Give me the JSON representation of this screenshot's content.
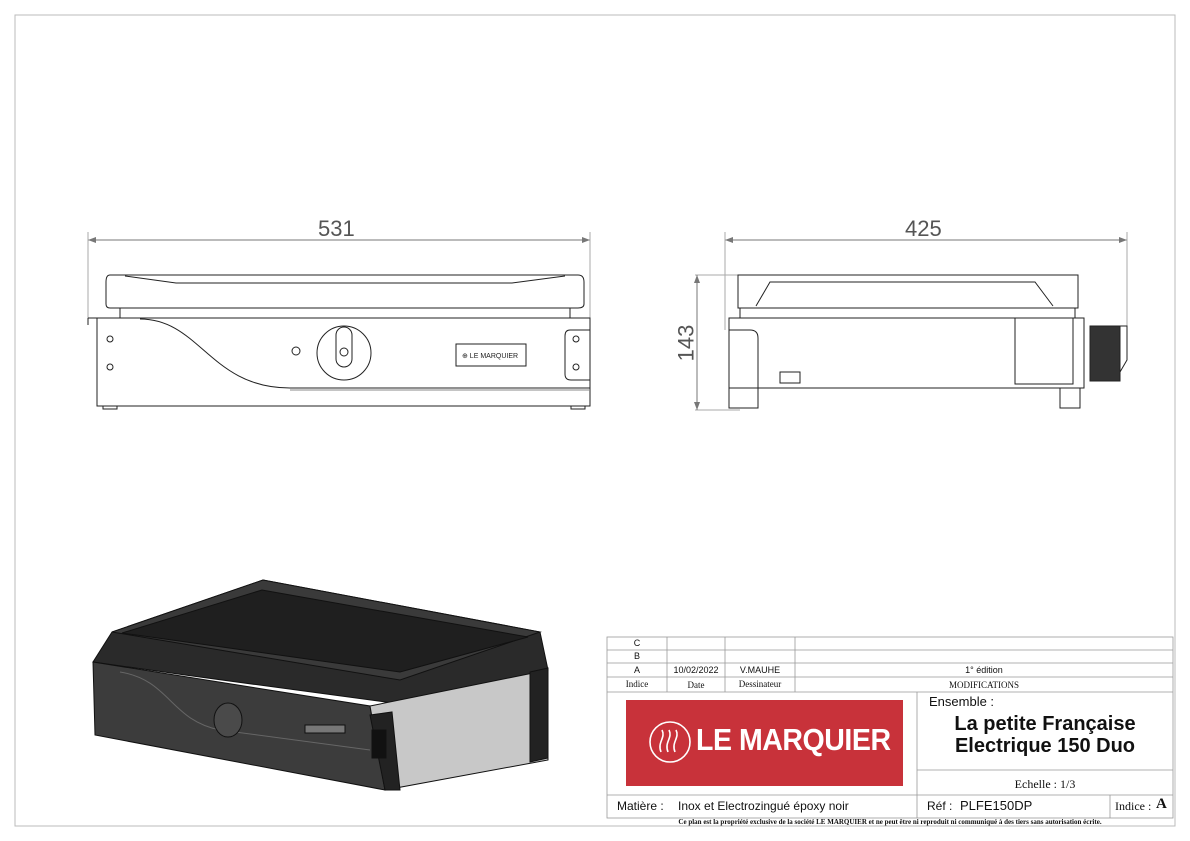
{
  "dimensions": {
    "width": "531",
    "depth": "425",
    "height": "143"
  },
  "revisions": {
    "rows": [
      {
        "indice": "C",
        "date": "",
        "dessinateur": "",
        "modification": ""
      },
      {
        "indice": "B",
        "date": "",
        "dessinateur": "",
        "modification": ""
      },
      {
        "indice": "A",
        "date": "10/02/2022",
        "dessinateur": "V.MAUHE",
        "modification": "1° édition"
      }
    ],
    "headers": {
      "indice": "Indice",
      "date": "Date",
      "dessinateur": "Dessinateur",
      "modifications": "MODIFICATIONS"
    }
  },
  "logo": {
    "text": "LE MARQUIER",
    "color": "#c8323a"
  },
  "ensemble": {
    "label": "Ensemble :",
    "line1": "La petite Française",
    "line2": "Electrique 150 Duo"
  },
  "echelle": "Echelle : 1/3",
  "matiere": {
    "label": "Matière :",
    "value": "Inox et Electrozingué époxy noir"
  },
  "ref": {
    "label": "Réf :",
    "value": "PLFE150DP"
  },
  "indice": {
    "label": "Indice :",
    "value": "A"
  },
  "footer": "Ce plan est la propriété exclusive de la société LE MARQUIER et ne peut être ni reproduit ni communiqué à des tiers sans autorisation écrite."
}
